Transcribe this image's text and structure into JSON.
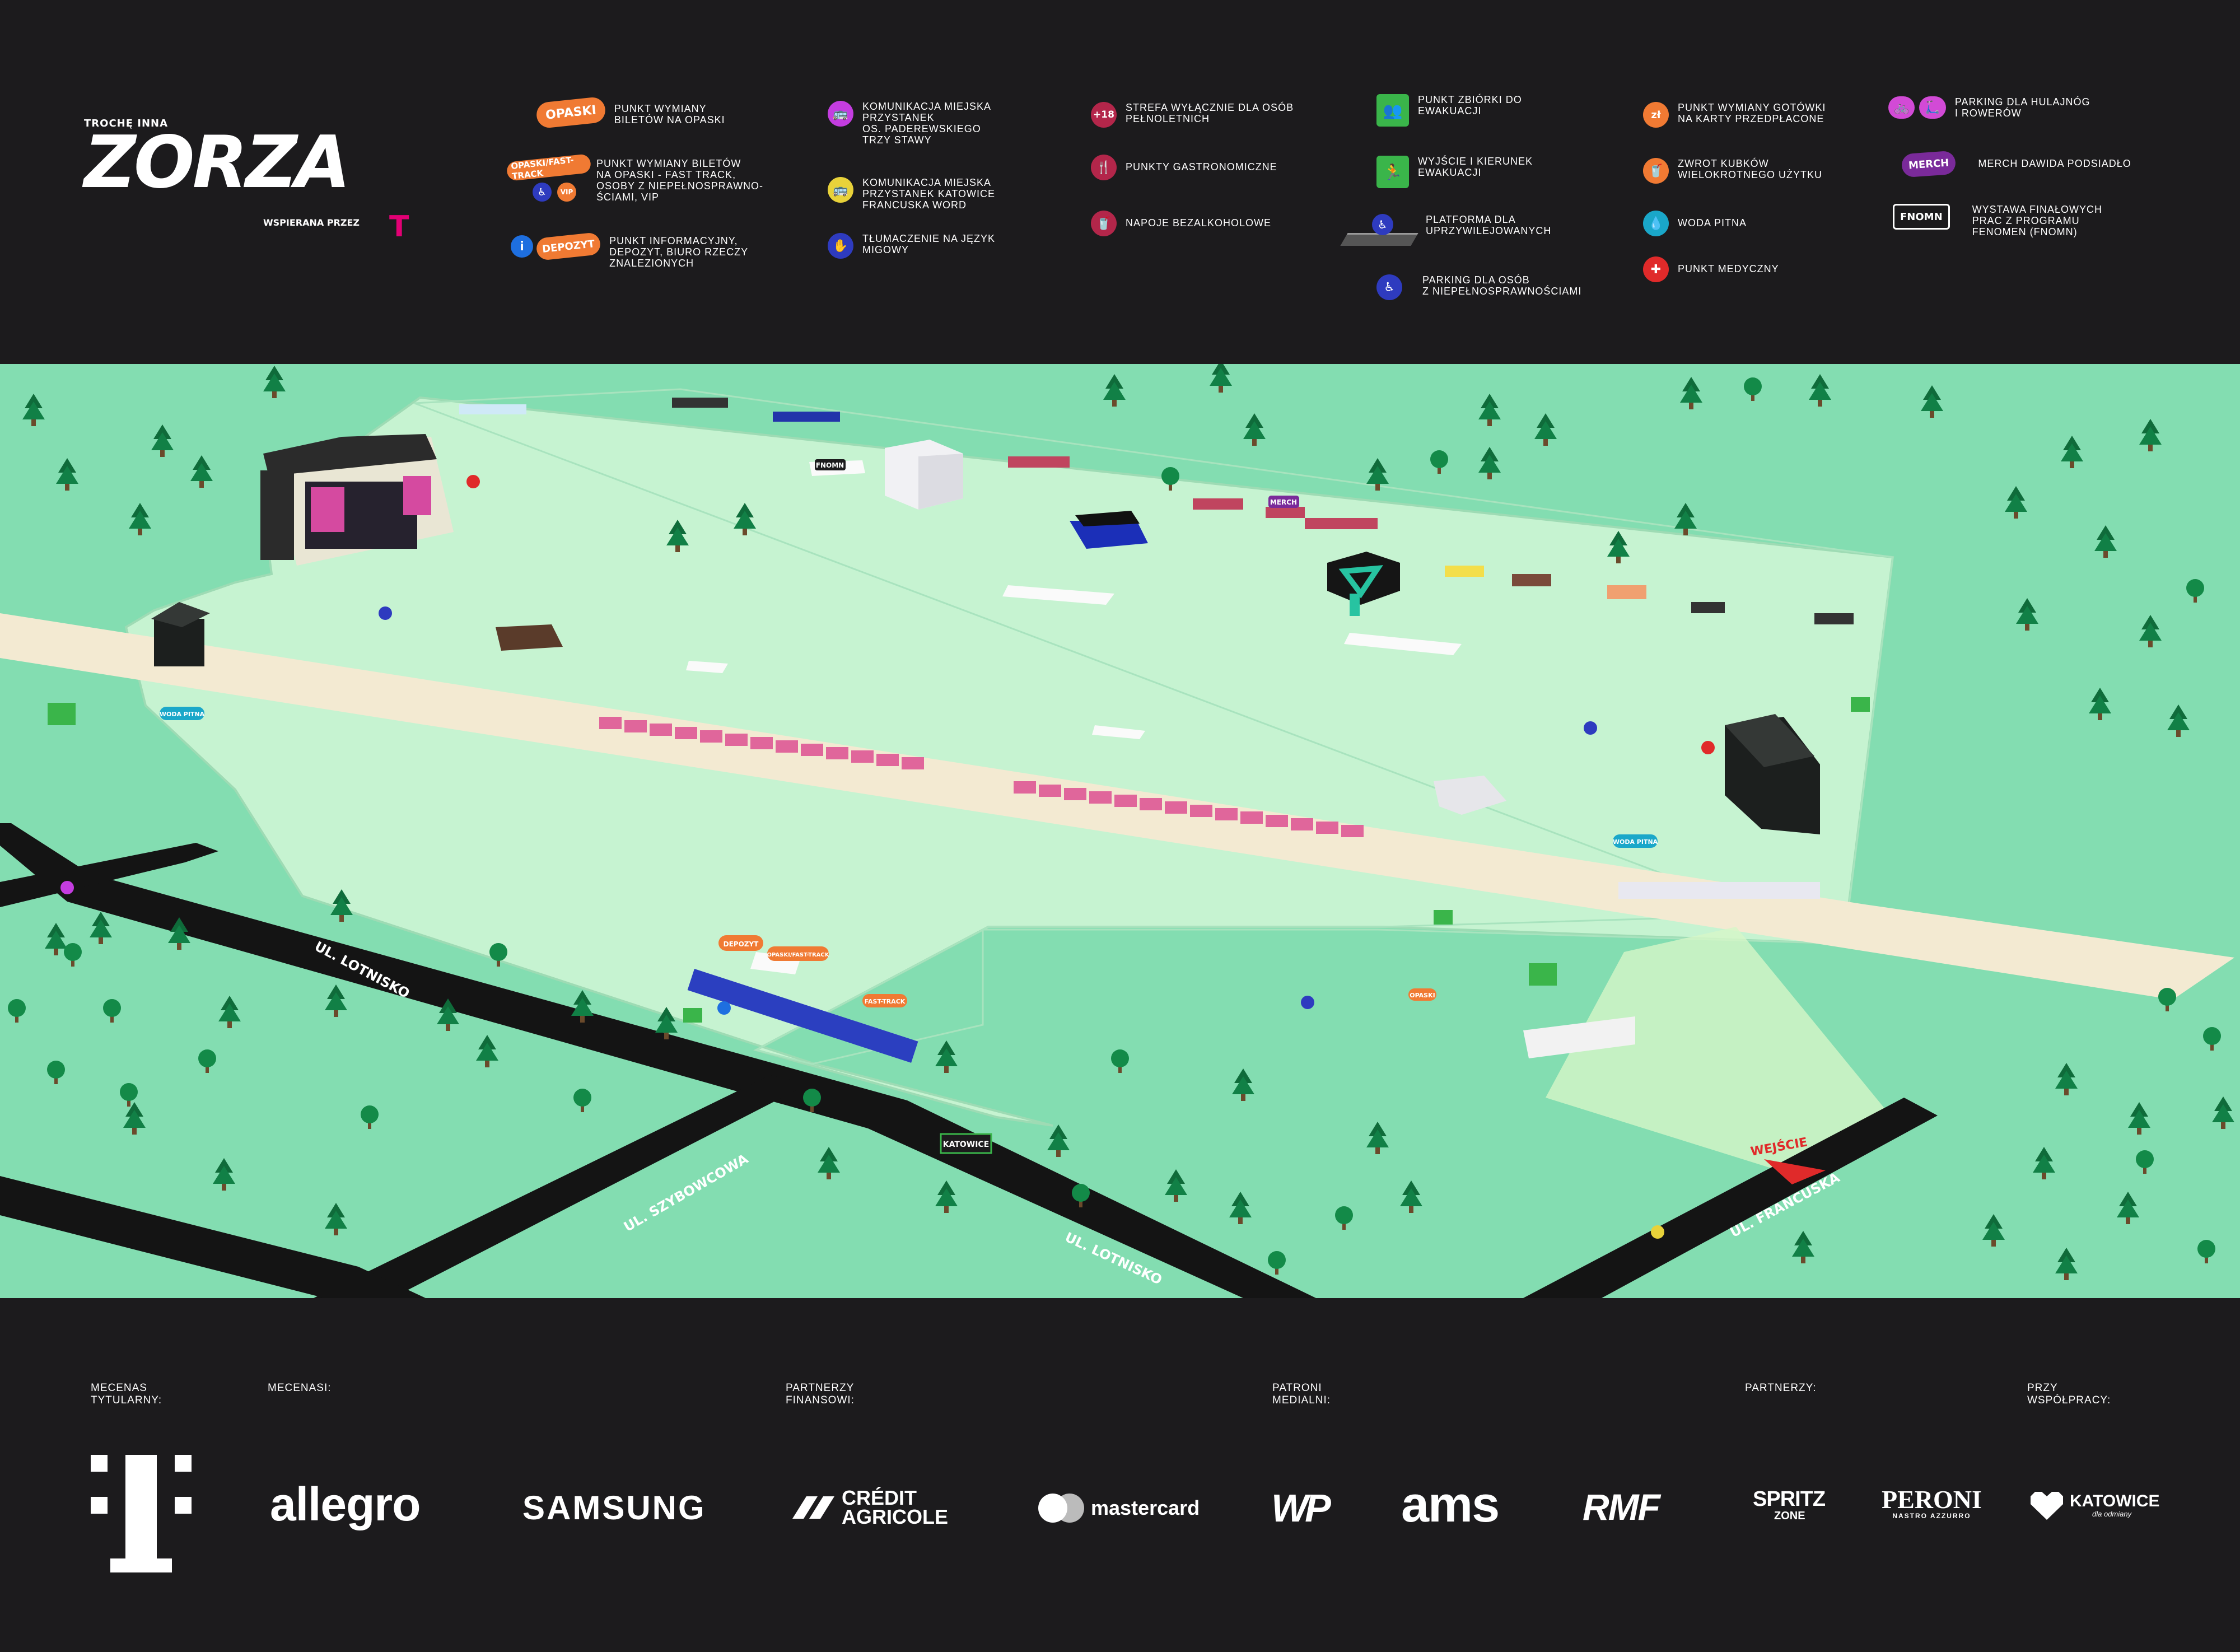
{
  "brand": {
    "kicker": "TROCHĘ INNA",
    "name": "ZORZA",
    "supported_by": "WSPIERANA PRZEZ",
    "supporter_mark": "T"
  },
  "legend": [
    {
      "icon": "opaski-pill-icon",
      "badge": "OPASKI",
      "color": "#f07a33",
      "text": "PUNKT WYMIANY\nBILETÓW NA OPASKI"
    },
    {
      "icon": "fast-track-pill-icon",
      "badge": "OPASKI/FAST-TRACK",
      "color": "#f07a33",
      "text": "PUNKT WYMIANY BILETÓW\nNA OPASKI - FAST TRACK,\nOSOBY Z NIEPEŁNOSPRAWNO-\nŚCIAMI, VIP",
      "extra_badges": [
        "♿",
        "VIP"
      ]
    },
    {
      "icon": "info-depozyt-icon",
      "badge": "DEPOZYT",
      "info": "i",
      "color": "#f07a33",
      "text": "PUNKT INFORMACYJNY,\nDEPOZYT, BIURO RZECZY\nZNALEZIONYCH"
    },
    {
      "icon": "bus-icon",
      "badge": "🚌",
      "color": "#c43de0",
      "text": "KOMUNIKACJA MIEJSKA\nPRZYSTANEK\nOS. PADEREWSKIEGO\nTRZY STAWY"
    },
    {
      "icon": "bus-yellow-icon",
      "badge": "🚌",
      "color": "#e8d23a",
      "text": "KOMUNIKACJA MIEJSKA\nPRZYSTANEK KATOWICE\nFRANCUSKA WORD"
    },
    {
      "icon": "sign-language-icon",
      "badge": "✋",
      "color": "#2e3bbf",
      "text": "TŁUMACZENIE NA JĘZYK\nMIGOWY"
    },
    {
      "icon": "adults-only-icon",
      "badge": "+18",
      "color": "#b3264a",
      "text": "STREFA WYŁĄCZNIE DLA OSÓB\nPEŁNOLETNICH"
    },
    {
      "icon": "food-icon",
      "badge": "🍴",
      "color": "#b3264a",
      "text": "PUNKTY GASTRONOMICZNE"
    },
    {
      "icon": "soft-drinks-icon",
      "badge": "🥤",
      "color": "#b3264a",
      "text": "NAPOJE BEZALKOHOLOWE"
    },
    {
      "icon": "assembly-point-icon",
      "badge": "👥",
      "color": "#3ab54a",
      "text": "PUNKT ZBIÓRKI DO\nEWAKUACJI"
    },
    {
      "icon": "evacuation-exit-icon",
      "badge": "🏃",
      "color": "#3ab54a",
      "text": "WYJŚCIE I KIERUNEK\nEWAKUACJI"
    },
    {
      "icon": "accessible-platform-icon",
      "badge": "♿",
      "color": "#2e3bbf",
      "text": "PLATFORMA DLA\nUPRZYWILEJOWANYCH"
    },
    {
      "icon": "accessible-parking-icon",
      "badge": "♿",
      "color": "#2e3bbf",
      "text": "PARKING DLA OSÓB\nZ NIEPEŁNOSPRAWNOŚCIAMI"
    },
    {
      "icon": "cash-topup-icon",
      "badge": "zł",
      "color": "#f07a33",
      "text": "PUNKT WYMIANY GOTÓWKI\nNA KARTY PRZEDPŁACONE"
    },
    {
      "icon": "cup-return-icon",
      "badge": "🥤",
      "color": "#f07a33",
      "text": "ZWROT KUBKÓW\nWIELOKROTNEGO UŻYTKU"
    },
    {
      "icon": "water-icon",
      "badge": "💧",
      "color": "#1aa7c9",
      "text": "WODA PITNA"
    },
    {
      "icon": "medical-icon",
      "badge": "✚",
      "color": "#e02a2a",
      "text": "PUNKT MEDYCZNY"
    },
    {
      "icon": "bike-scooter-parking-icon",
      "badge": "🚲",
      "color": "#d24ad6",
      "text": "PARKING DLA HULAJNÓG\nI ROWERÓW"
    },
    {
      "icon": "merch-icon",
      "badge": "MERCH",
      "color": "#7a2a9a",
      "text": "MERCH DAWIDA PODSIADŁO"
    },
    {
      "icon": "fnomn-icon",
      "badge": "FNOMN",
      "color": "#2b2b2b",
      "text": "WYSTAWA FINAŁOWYCH\nPRAC Z PROGRAMU\nFENOMEN (FNOMN)"
    }
  ],
  "map": {
    "streets": [
      "UL. LOTNISKO",
      "UL. SZYBOWCOWA",
      "UL. LOTNISKO",
      "UL. FRANCUSKA"
    ],
    "labels": {
      "entrance": "WEJŚCIE",
      "katowice_sign": "KATOWICE",
      "water_1": "WODA PITNA",
      "water_2": "WODA PITNA",
      "fnomn": "FNOMN",
      "merch": "MERCH",
      "opaski": "OPASKI",
      "fast_track": "FAST-TRACK",
      "depozyt": "DEPOZYT",
      "opaski_fast": "OPASKI/FAST-TRACK"
    },
    "colors": {
      "grass": "#7fdcb0",
      "field": "#c4f2cf",
      "runway": "#f3ead2",
      "road": "#141414"
    }
  },
  "footer": {
    "groups": [
      {
        "label": "MECENAS\nTYTULARNY:"
      },
      {
        "label": "MECENASI:"
      },
      {
        "label": "PARTNERZY\nFINANSOWI:"
      },
      {
        "label": "PATRONI\nMEDIALNI:"
      },
      {
        "label": "PARTNERZY:"
      },
      {
        "label": "PRZY\nWSPÓŁPRACY:"
      }
    ],
    "sponsors": {
      "telekom": "T",
      "allegro": "allegro",
      "samsung": "SAMSUNG",
      "credit_agricole_1": "CRÉDIT",
      "credit_agricole_2": "AGRICOLE",
      "mastercard": "mastercard",
      "wp": "WP",
      "ams": "ams",
      "rmf": "RMF",
      "spritz_1": "SPRITZ",
      "spritz_2": "ZONE",
      "peroni_1": "PERONI",
      "peroni_2": "NASTRO AZZURRO",
      "katowice_1": "KATOWICE",
      "katowice_2": "dla odmiany"
    }
  }
}
